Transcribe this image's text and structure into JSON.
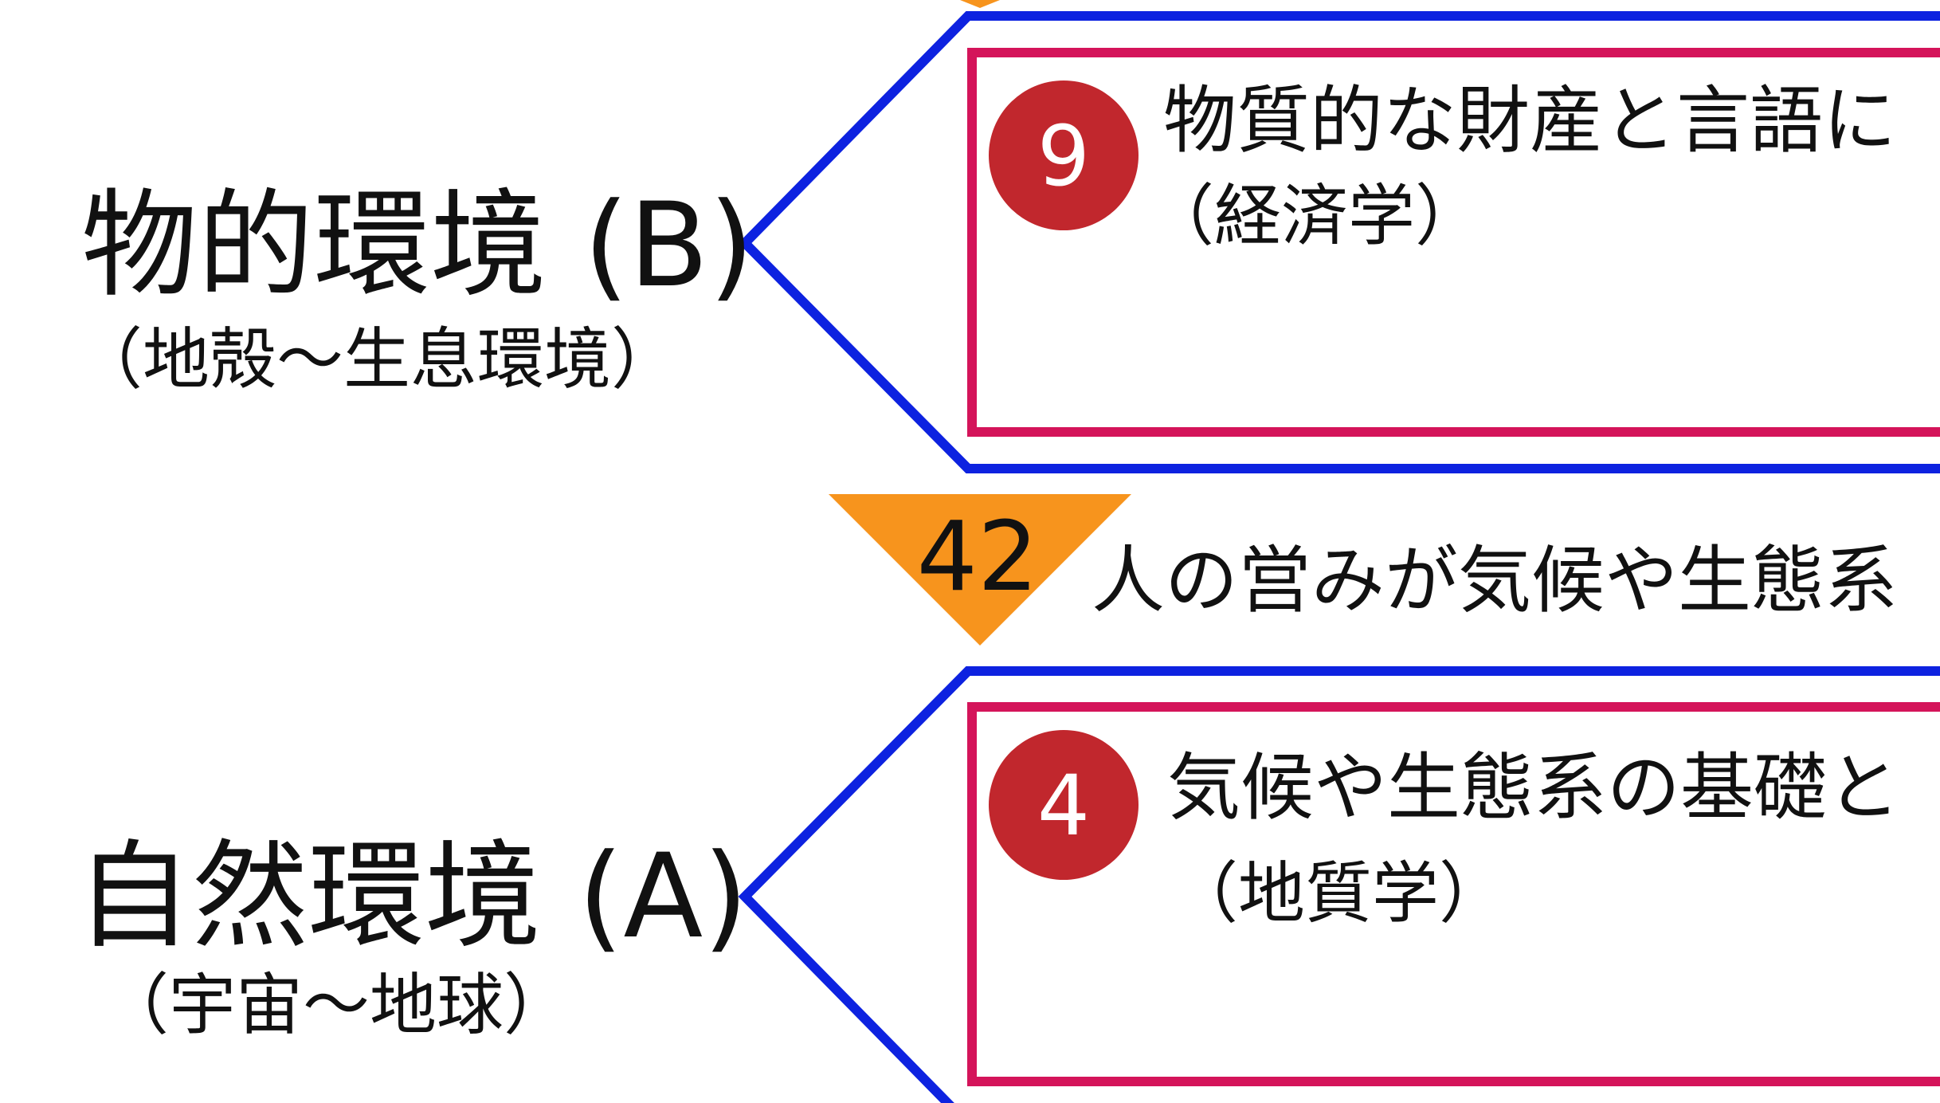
{
  "colors": {
    "outer_frame": "#0d22e0",
    "inner_frame": "#d4145a",
    "badge": "#c1272d",
    "badge_text": "#ffffff",
    "triangle": "#f7941d",
    "text": "#111111",
    "background": "#ffffff"
  },
  "sections": {
    "physical": {
      "title": "物的環境 (B)",
      "subtitle": "（地殻〜生息環境）",
      "badge_number": "9",
      "box_title": "物質的な財産と言語に",
      "box_subtitle": "（経済学）"
    },
    "natural": {
      "title": "自然環境 (A)",
      "subtitle": "（宇宙〜地球）",
      "badge_number": "4",
      "box_title": "気候や生態系の基礎と",
      "box_subtitle": "（地質学）"
    }
  },
  "connector": {
    "number": "42",
    "text": "人の営みが気候や生態系"
  }
}
